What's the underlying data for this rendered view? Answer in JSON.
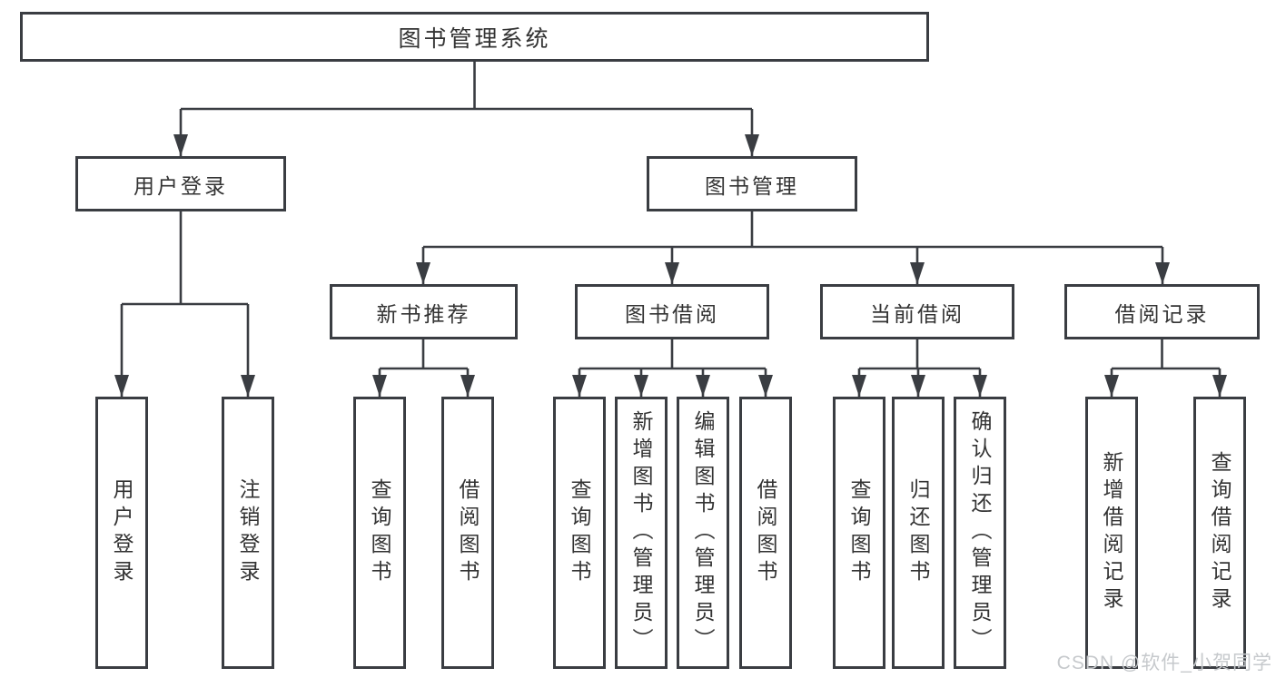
{
  "watermark": "CSDN @软件_小贺同学",
  "colors": {
    "line": "#3a3d42",
    "box_border": "#3a3d42",
    "text": "#333333",
    "watermark": "#c6c9cc",
    "background": "#ffffff"
  },
  "nodes": {
    "root": {
      "label": "图书管理系统"
    },
    "user_login": {
      "label": "用户登录",
      "children": [
        {
          "label": "用户登录"
        },
        {
          "label": "注销登录"
        }
      ]
    },
    "book_mgmt": {
      "label": "图书管理",
      "children": [
        {
          "label": "新书推荐",
          "children": [
            {
              "label": "查询图书"
            },
            {
              "label": "借阅图书"
            }
          ]
        },
        {
          "label": "图书借阅",
          "children": [
            {
              "label": "查询图书"
            },
            {
              "label": "新增图书（管理员）"
            },
            {
              "label": "编辑图书（管理员）"
            },
            {
              "label": "借阅图书"
            }
          ]
        },
        {
          "label": "当前借阅",
          "children": [
            {
              "label": "查询图书"
            },
            {
              "label": "归还图书"
            },
            {
              "label": "确认归还（管理员）"
            }
          ]
        },
        {
          "label": "借阅记录",
          "children": [
            {
              "label": "新增借阅记录"
            },
            {
              "label": "查询借阅记录"
            }
          ]
        }
      ]
    }
  }
}
